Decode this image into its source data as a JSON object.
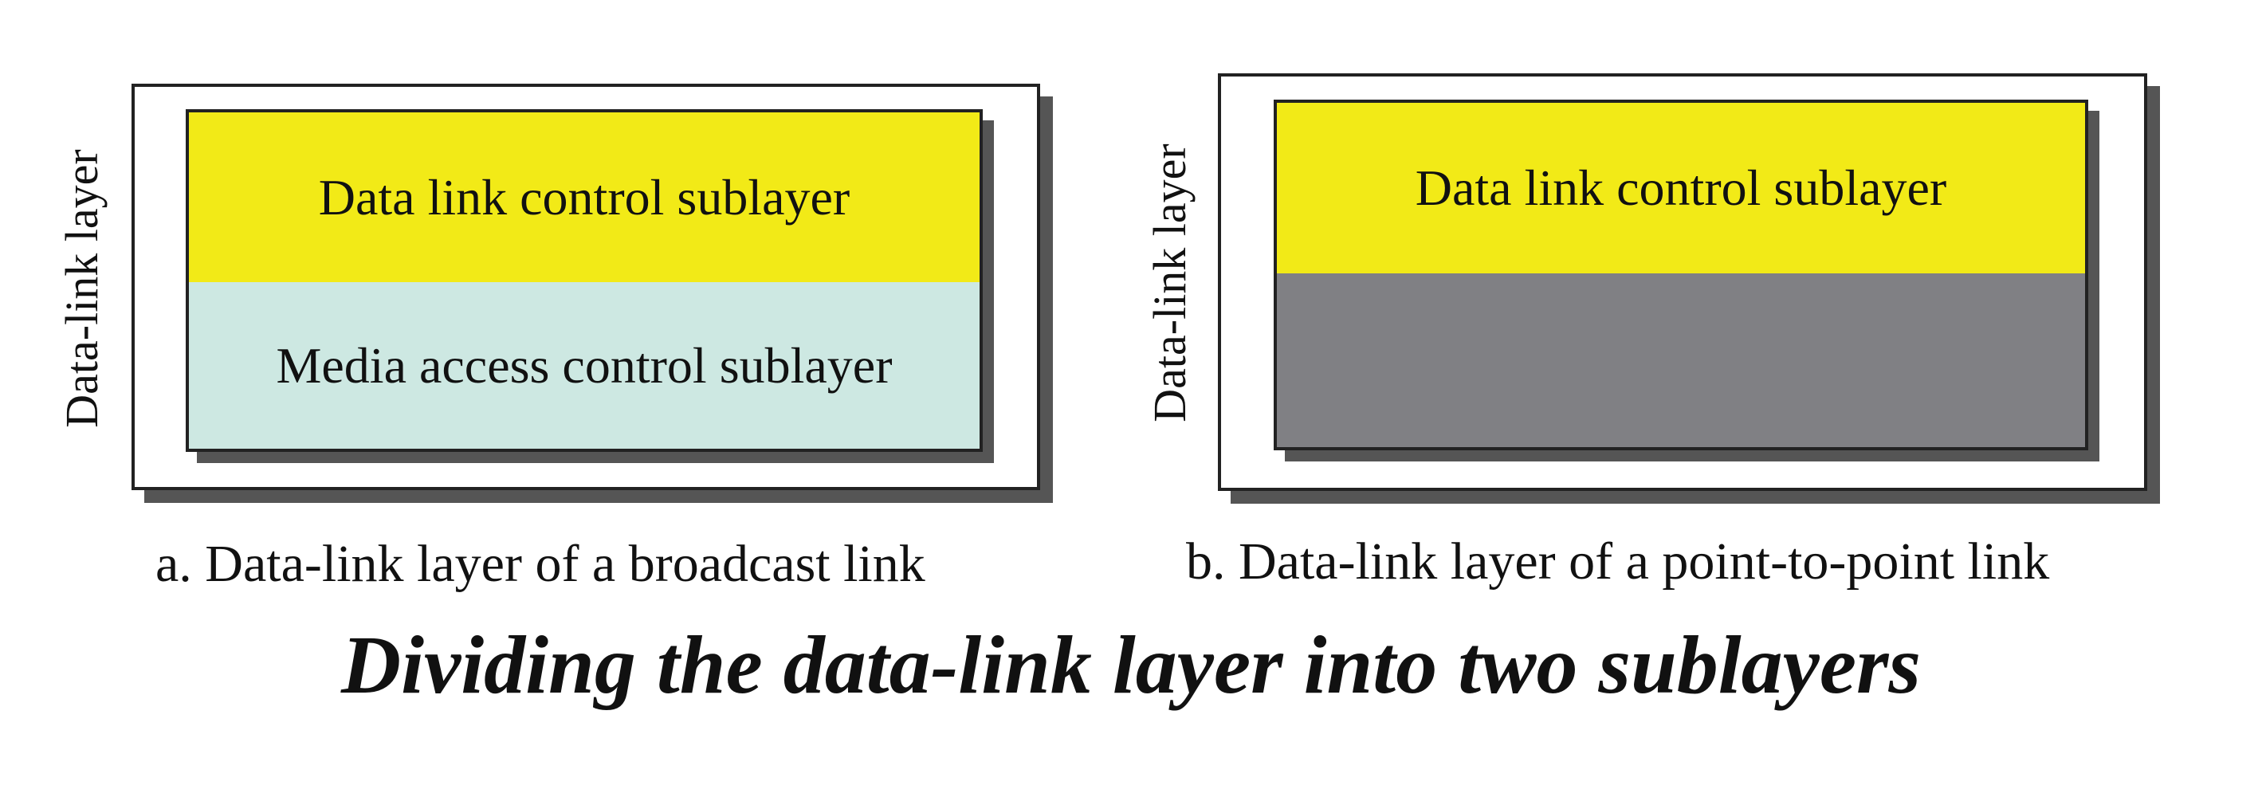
{
  "diagram": {
    "title": "Dividing the data-link layer into two sublayers",
    "colors": {
      "llc": "#f2ea17",
      "mac": "#cde8e2",
      "empty": "#808084",
      "border": "#222222",
      "shadow": "#555555"
    },
    "panel_a": {
      "side_label": "Data-link layer",
      "top_sublayer": "Data link control sublayer",
      "bottom_sublayer": "Media access control sublayer",
      "caption": "a. Data-link layer of a broadcast link"
    },
    "panel_b": {
      "side_label": "Data-link layer",
      "top_sublayer": "Data link control sublayer",
      "bottom_sublayer": "",
      "caption": "b. Data-link layer of a point-to-point link"
    }
  }
}
